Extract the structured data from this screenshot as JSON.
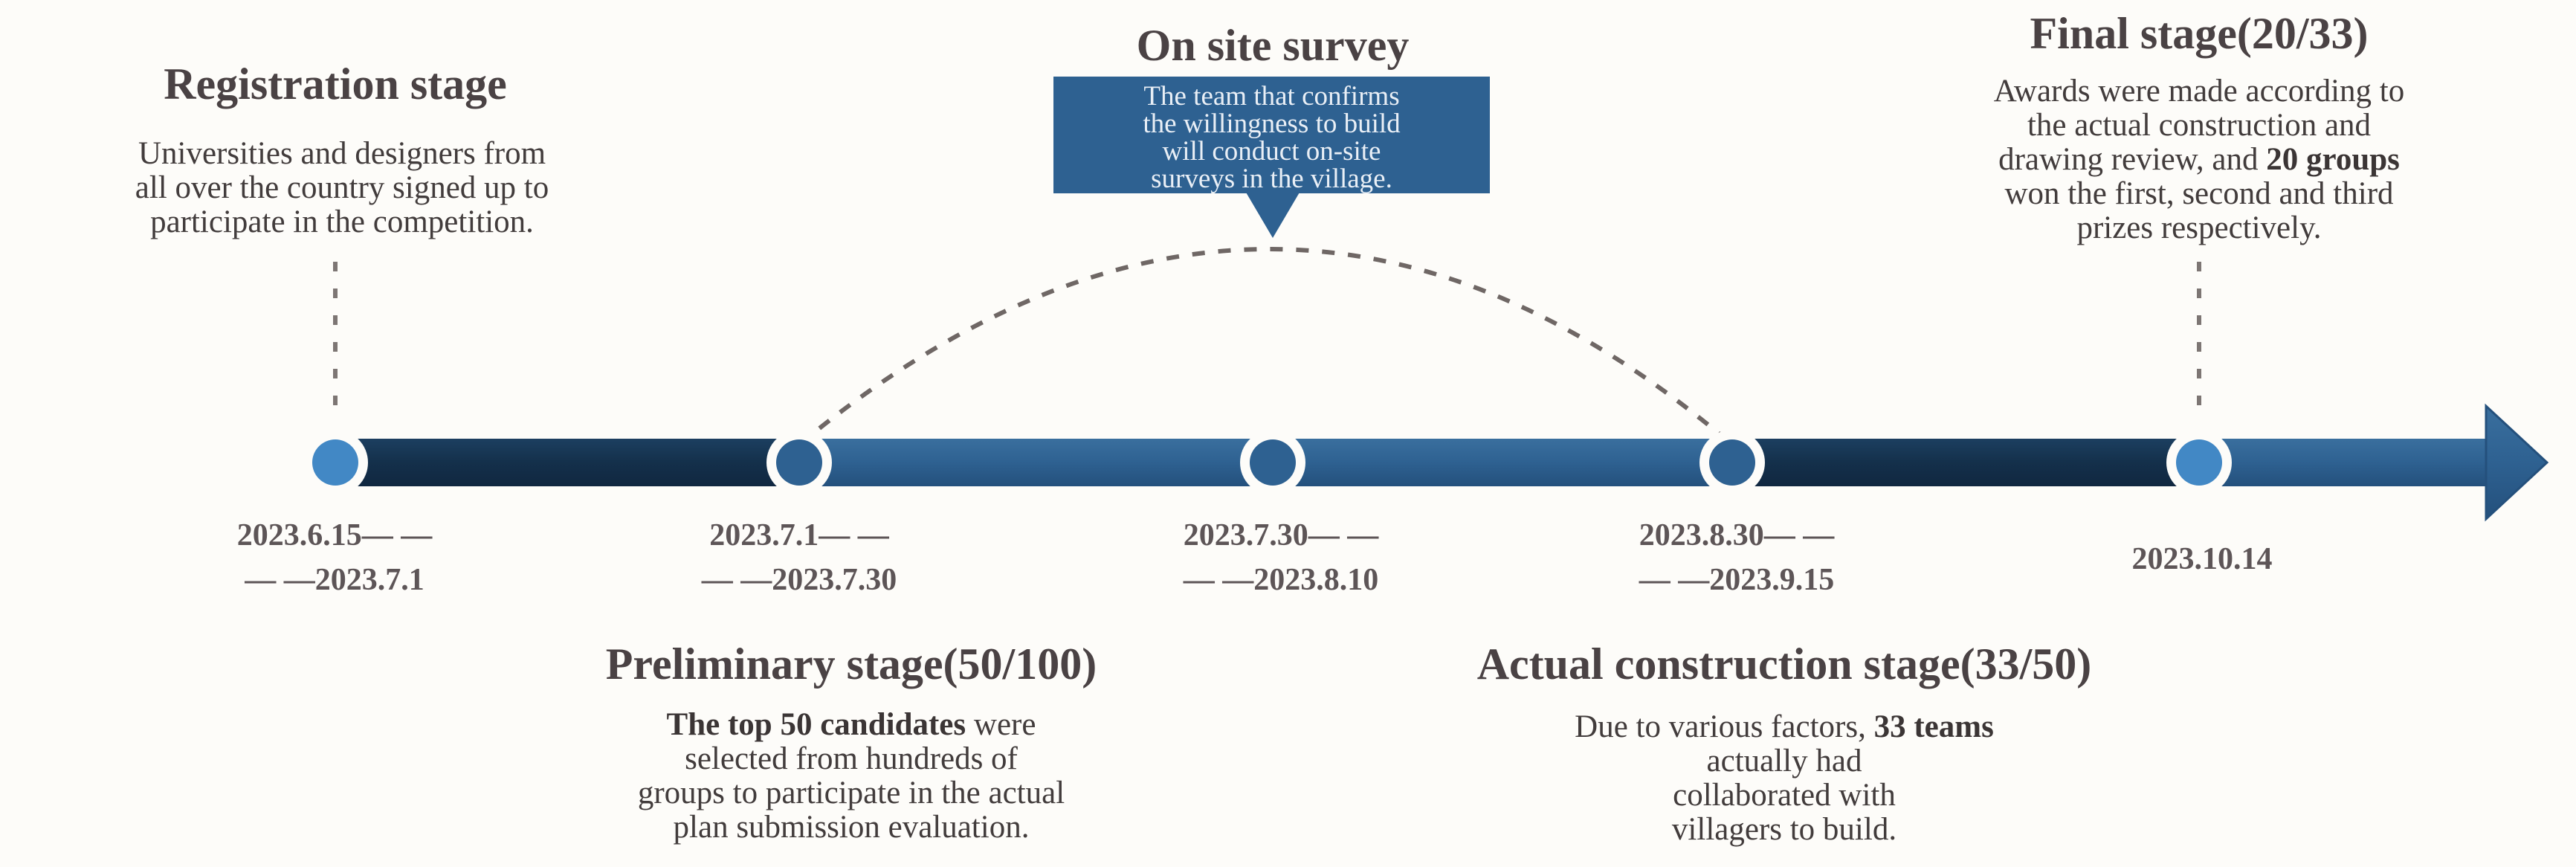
{
  "colors": {
    "background": "#fdfcf9",
    "dark_navy_segment": "#14304b",
    "medium_blue_segment": "#2e6191",
    "light_blue_dot": "#4288c5",
    "callout_box": "#2e6191",
    "callout_text": "#e9eff6",
    "heading_text": "#4a4244",
    "body_text": "#423c3c",
    "date_text": "#5d5557",
    "dashed_line": "#7d7674"
  },
  "stages": [
    {
      "id": "registration",
      "title": "Registration stage",
      "description": [
        "Universities and designers from",
        "all over the country signed up to",
        "participate in the competition."
      ],
      "dates": [
        "2023.6.15— —",
        "— —2023.7.1"
      ]
    },
    {
      "id": "preliminary",
      "title": "Preliminary stage(50/100)",
      "description": [
        "**The top 50 candidates** were",
        "selected from hundreds of",
        "groups to participate in the actual",
        "plan submission evaluation."
      ],
      "dates": [
        "2023.7.1— —",
        "— —2023.7.30"
      ]
    },
    {
      "id": "on-site-survey",
      "title": "On site survey",
      "description": [
        "The team that confirms",
        "the willingness to build",
        "will conduct on-site",
        "surveys in the village."
      ],
      "dates": [
        "2023.7.30— —",
        "— —2023.8.10"
      ]
    },
    {
      "id": "actual-construction",
      "title": "Actual construction stage(33/50)",
      "description": [
        "Due to various factors, **33 teams**",
        "actually had",
        "collaborated with",
        "villagers to build."
      ],
      "dates": [
        "2023.8.30— —",
        "— —2023.9.15"
      ]
    },
    {
      "id": "final",
      "title": "Final stage(20/33)",
      "description": [
        "Awards were made according to",
        "the actual construction and",
        "drawing review, and **20 groups**",
        "won the first, second and third",
        "prizes respectively."
      ],
      "dates": [
        "2023.10.14"
      ]
    }
  ]
}
